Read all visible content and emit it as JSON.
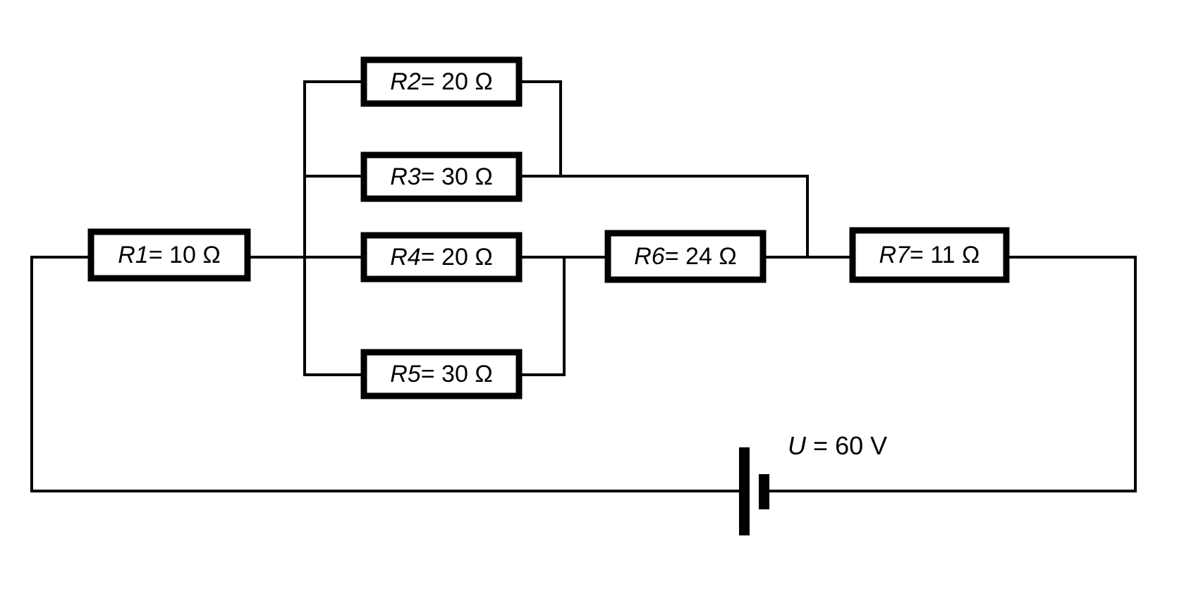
{
  "diagram": {
    "title": "Resistor network circuit with DC voltage source",
    "stroke_color": "#000000",
    "background_color": "#ffffff",
    "box_fill": "#ffffff"
  },
  "resistors": [
    {
      "id": "R1",
      "name": "R1",
      "equals": "=",
      "value": "10",
      "unit": "Ω",
      "label": "R1= 10 Ω"
    },
    {
      "id": "R2",
      "name": "R2",
      "equals": "=",
      "value": "20",
      "unit": "Ω",
      "label": "R2= 20 Ω"
    },
    {
      "id": "R3",
      "name": "R3",
      "equals": "=",
      "value": "30",
      "unit": "Ω",
      "label": "R3= 30 Ω"
    },
    {
      "id": "R4",
      "name": "R4",
      "equals": "=",
      "value": "20",
      "unit": "Ω",
      "label": "R4= 20 Ω"
    },
    {
      "id": "R5",
      "name": "R5",
      "equals": "=",
      "value": "30",
      "unit": "Ω",
      "label": "R5= 30 Ω"
    },
    {
      "id": "R6",
      "name": "R6",
      "equals": "=",
      "value": "24",
      "unit": "Ω",
      "label": "R6= 24 Ω"
    },
    {
      "id": "R7",
      "name": "R7",
      "equals": "=",
      "value": "11",
      "unit": "Ω",
      "label": "R7= 11 Ω"
    }
  ],
  "source": {
    "id": "U",
    "symbol": "U",
    "equals": "=",
    "value": "60",
    "unit": "V",
    "label": "U = 60 V",
    "type": "battery"
  }
}
